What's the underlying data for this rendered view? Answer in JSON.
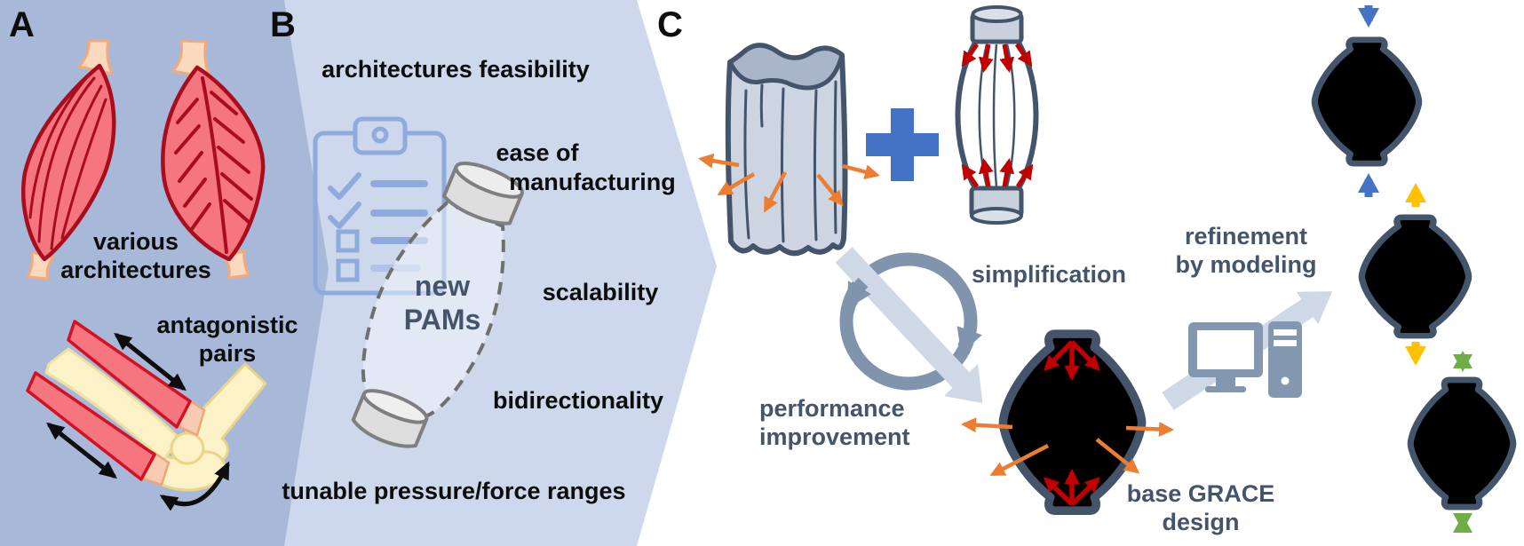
{
  "figure": {
    "type": "scientific-figure",
    "topic": "pneumatic artificial muscles (PAMs) design concept"
  },
  "panel_a": {
    "label": "A",
    "various_line1": "various",
    "various_line2": "architectures",
    "antagonistic_line1": "antagonistic",
    "antagonistic_line2": "pairs",
    "icons": [
      "fusiform-muscle-icon",
      "pennate-muscle-icon",
      "elbow-antagonistic-pair-icon",
      "double-arrow-icon",
      "rotation-arrow-icon"
    ]
  },
  "panel_b": {
    "label": "B",
    "feasibility": "architectures feasibility",
    "ease_line1": "ease of",
    "ease_line2": "manufacturing",
    "scalability": "scalability",
    "bidirectionality": "bidirectionality",
    "tunable": "tunable pressure/force ranges",
    "new_pams_line1": "new",
    "new_pams_line2": "PAMs",
    "icons": [
      "clipboard-checklist-icon",
      "dashed-pam-concept-icon"
    ]
  },
  "panel_c": {
    "label": "C",
    "simplification": "simplification",
    "performance_line1": "performance",
    "performance_line2": "improvement",
    "refinement_line1": "refinement",
    "refinement_line2": "by modeling",
    "base_grace_line1": "base GRACE",
    "base_grace_line2": "design",
    "icons": [
      "corrugated-tube-icon",
      "plus-icon",
      "bellows-muscle-icon",
      "cycle-arrows-icon",
      "diagonal-arrow-icon",
      "grace-muscle-icon",
      "computer-icon",
      "contraction-arrows-icon",
      "extension-arrows-icon",
      "bidirectional-arrows-icon"
    ]
  },
  "colors": {
    "panel_a_bg": "#A8B8D8",
    "panel_b_bg": "#CDD8EC",
    "panel_c_bg": "#FFFFFF",
    "outline_navy": "#44546A",
    "slate_text": "#44546A",
    "accent_blue": "#4472C4",
    "accent_orange": "#ED7D31",
    "accent_yellow": "#FFC000",
    "accent_green": "#70AD47",
    "accent_red": "#C00000",
    "muscle_fill": "#F5767E",
    "muscle_outline": "#A80D1E",
    "bone_fill": "#FBF2C8",
    "skin_fill": "#FBD9BE",
    "clipboard_blue": "#8FAADC",
    "pam_blue_fill": "#DAE3F3",
    "pam_yellow_fill": "#FBF2D5",
    "pam_green_fill": "#E2EFDA",
    "pam_base_fill": "#D6DCE5",
    "grey_band": "#CFD8E6",
    "computer_grey": "#8497B0"
  }
}
